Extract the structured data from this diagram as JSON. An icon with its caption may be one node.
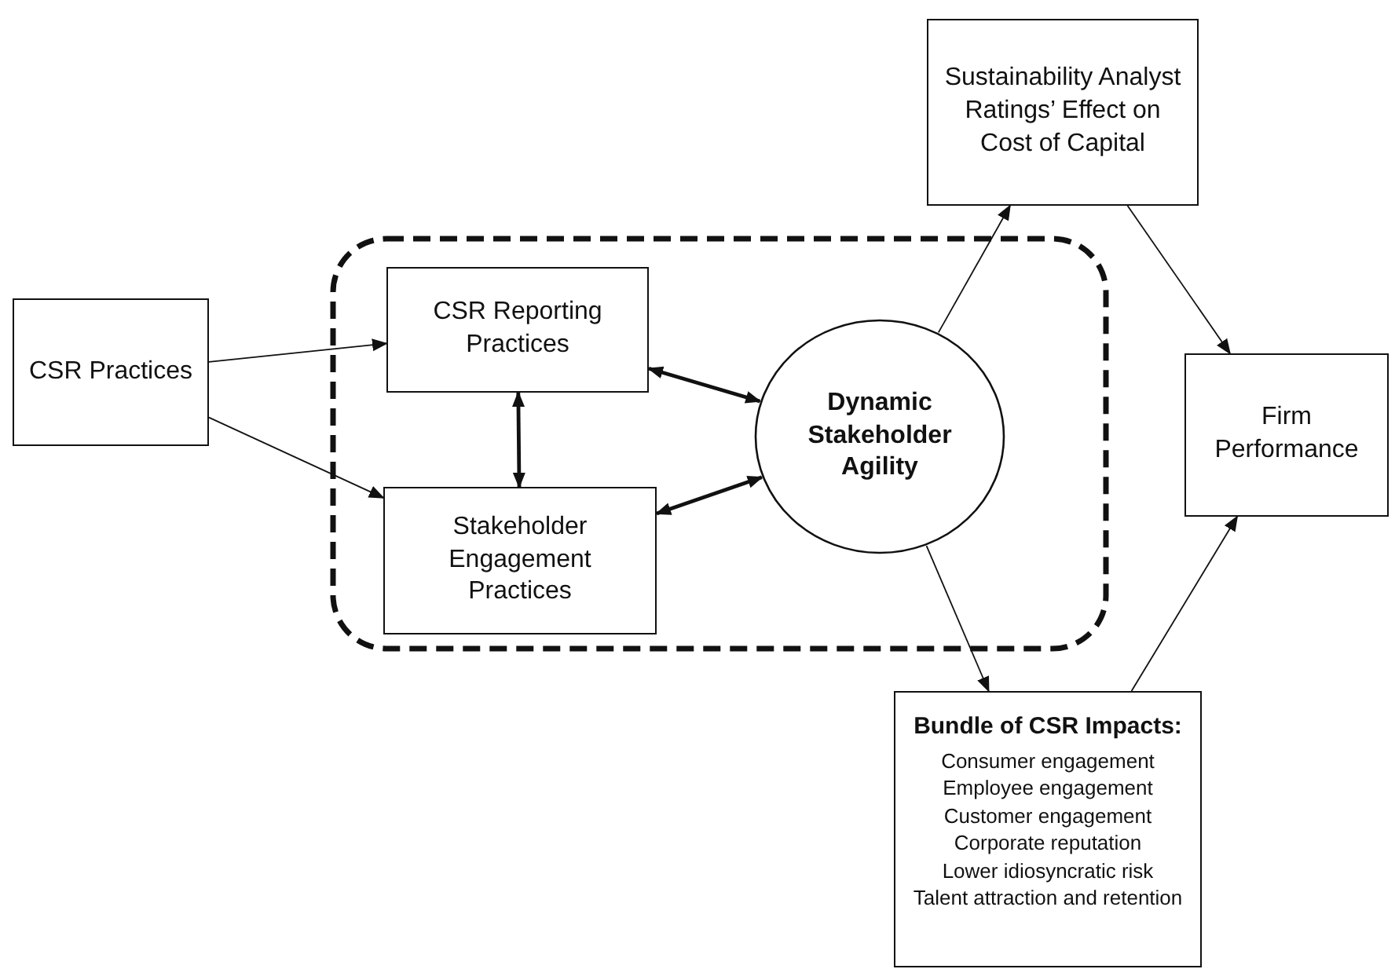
{
  "diagram": {
    "nodes": [
      {
        "text": [
          "CSR Practices"
        ]
      },
      {
        "text": [],
        "shape": "box"
      },
      {
        "text": [
          "CSR Reporting Practices"
        ],
        "in": 1
      },
      {
        "text": [
          "Stakeholder Engagement Practices"
        ],
        "in": 1
      },
      {
        "text": [
          "Dynamic Stakeholder Agility"
        ],
        "in": 1
      },
      {
        "text": [
          "Sustainability Analyst Ratings’ Effect on Cost of Capital"
        ]
      },
      {
        "text": [
          "Firm Performance"
        ]
      },
      {
        "text": [
          "Bundle of CSR Impacts:",
          "Consumer engagement",
          "Employee engagement",
          "Customer engagement",
          "Corporate reputation",
          "Lower idiosyncratic risk",
          "Talent attraction and retention"
        ]
      }
    ],
    "edges": [
      {
        "from": 0,
        "to": 2,
        "arrow": "to"
      },
      {
        "from": 0,
        "to": 3,
        "arrow": "to"
      },
      {
        "from": 2,
        "to": 3,
        "arrow": "both",
        "style": "thick"
      },
      {
        "from": 2,
        "to": 4,
        "arrow": "both",
        "style": "thick"
      },
      {
        "from": 3,
        "to": 4,
        "arrow": "both",
        "style": "thick"
      },
      {
        "from": 4,
        "to": 5,
        "arrow": "to"
      },
      {
        "from": 4,
        "to": 7,
        "arrow": "to"
      },
      {
        "from": 5,
        "to": 6,
        "arrow": "to"
      },
      {
        "from": 7,
        "to": 6,
        "arrow": "to"
      }
    ]
  }
}
